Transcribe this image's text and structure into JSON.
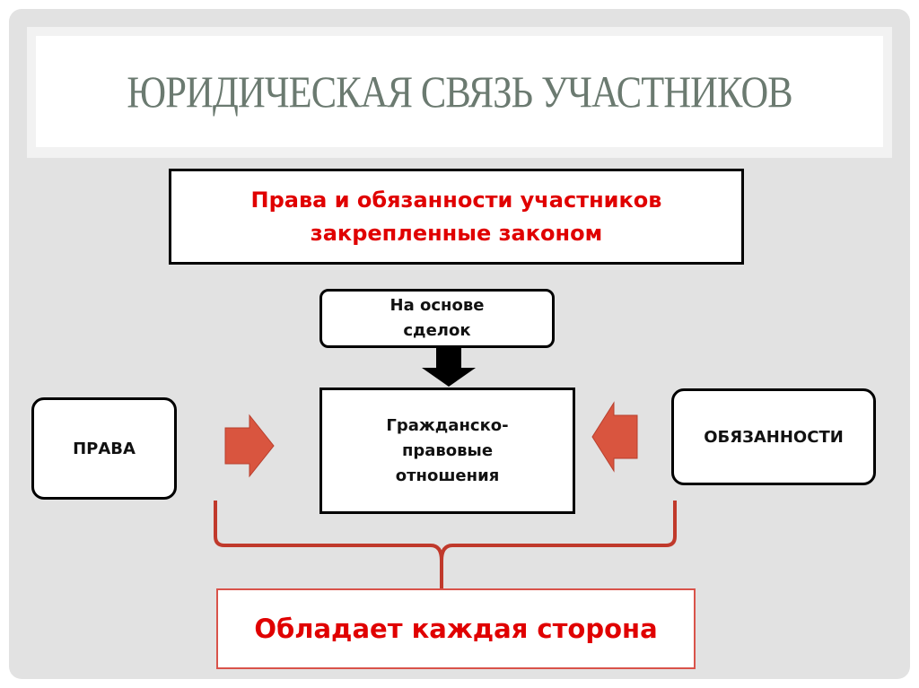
{
  "title": "ЮРИДИЧЕСКАЯ СВЯЗЬ УЧАСТНИКОВ",
  "rules_box": {
    "line1": "Права и обязанности участников",
    "line2": "закрепленные законом"
  },
  "basis_box": {
    "line1": "На основе",
    "line2": "сделок"
  },
  "center_box": {
    "line1": "Гражданско-",
    "line2": "правовые",
    "line3": "отношения"
  },
  "rights_box": "ПРАВА",
  "duties_box": "ОБЯЗАННОСТИ",
  "bottom_box": "Обладает каждая сторона",
  "colors": {
    "accent_red": "#e00000",
    "arrow_red": "#d9553f",
    "title_gray": "#6b7a70"
  }
}
